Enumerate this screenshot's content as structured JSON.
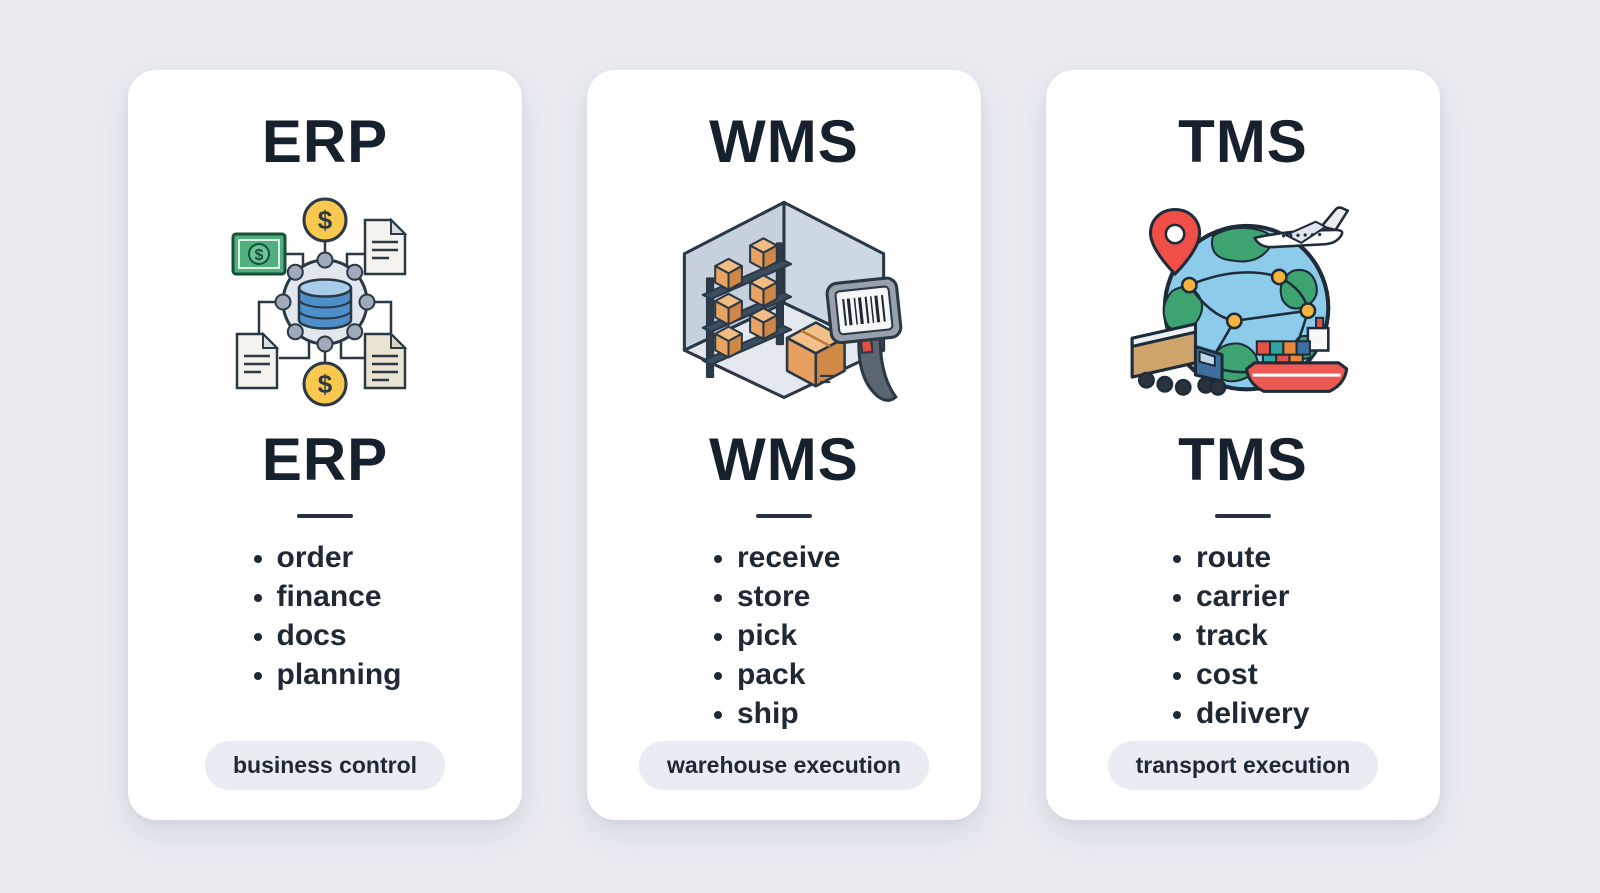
{
  "colors": {
    "background": "#e9ebf1",
    "card_bg": "#ffffff",
    "title_text": "#17212e",
    "body_text": "#1f2935",
    "divider": "#26323f",
    "badge_bg": "#e9edf3",
    "coin_gold": "#f8c94e",
    "banknote_green": "#4fb07d",
    "database_blue": "#4e8fca",
    "box_orange": "#e8a363",
    "globe_ocean": "#8ccbe9",
    "globe_land": "#3da371",
    "pin_red": "#f04f48",
    "ship_red": "#ee5a52",
    "node_yellow": "#f3b33d"
  },
  "icons": {
    "dollar": "$"
  },
  "cards": [
    {
      "id": "erp",
      "title": "ERP",
      "subtitle": "ERP",
      "icon": "erp-network-icon",
      "items": [
        "order",
        "finance",
        "docs",
        "planning"
      ],
      "badge": "business control"
    },
    {
      "id": "wms",
      "title": "WMS",
      "subtitle": "WMS",
      "icon": "warehouse-icon",
      "items": [
        "receive",
        "store",
        "pick",
        "pack",
        "ship"
      ],
      "badge": "warehouse execution"
    },
    {
      "id": "tms",
      "title": "TMS",
      "subtitle": "TMS",
      "icon": "globe-logistics-icon",
      "items": [
        "route",
        "carrier",
        "track",
        "cost",
        "delivery"
      ],
      "badge": "transport execution"
    }
  ]
}
